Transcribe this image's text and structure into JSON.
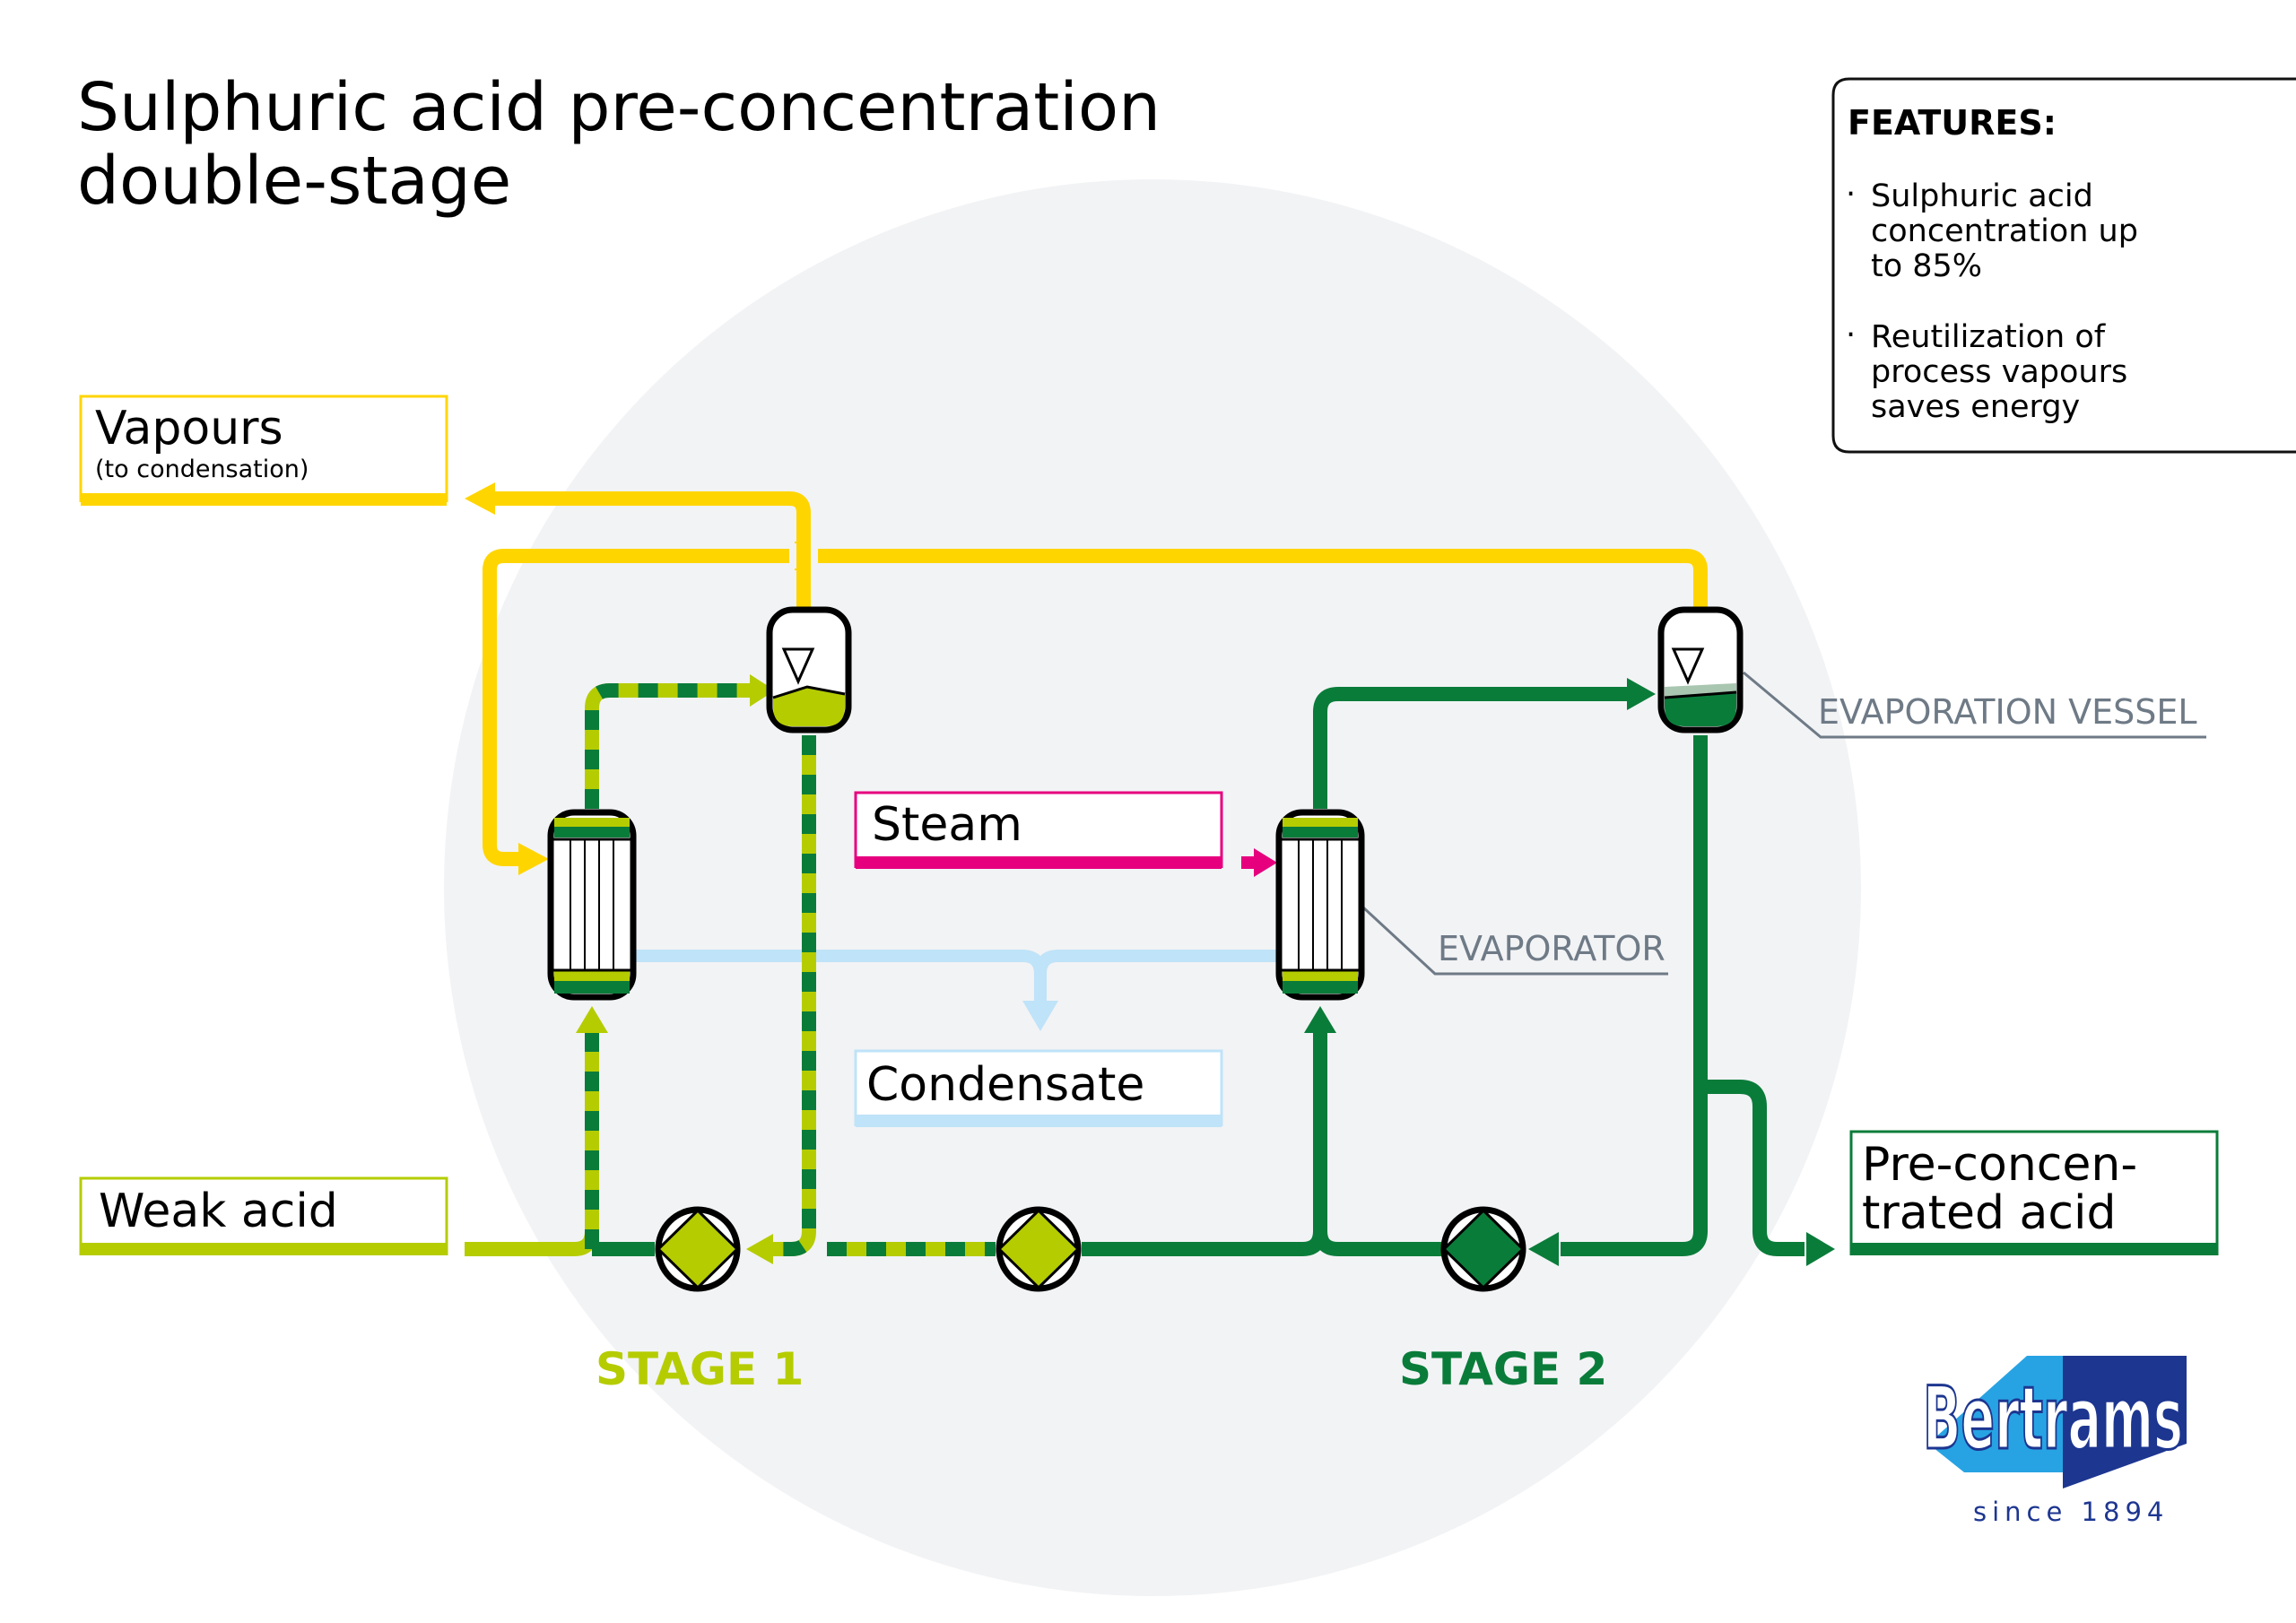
{
  "title": {
    "line1": "Sulphuric acid pre-concentration",
    "line2": "double-stage"
  },
  "features": {
    "heading": "FEATURES:",
    "items": [
      {
        "lines": [
          "Sulphuric acid",
          "concentration up",
          "to 85%"
        ]
      },
      {
        "lines": [
          "Reutilization of",
          "process vapours",
          "saves energy"
        ]
      }
    ]
  },
  "labels": {
    "vapours": "Vapours",
    "vapours_sub": "(to condensation)",
    "weak_acid": "Weak acid",
    "steam": "Steam",
    "condensate": "Condensate",
    "product_line1": "Pre-concen-",
    "product_line2": "trated acid"
  },
  "callouts": {
    "evaporation_vessel": "EVAPORATION VESSEL",
    "evaporator": "EVAPORATOR"
  },
  "stages": {
    "stage1": "STAGE 1",
    "stage2": "STAGE 2"
  },
  "logo": {
    "name": "Bertrams",
    "since": "since 1894"
  },
  "colors": {
    "vapour": "#ffd500",
    "weak_acid": "#b5cc00",
    "strong_acid": "#0a7c3a",
    "steam": "#e6007e",
    "condensate": "#bfe3f8",
    "callout": "#6e7a86",
    "logo_blue": "#1d3690"
  }
}
